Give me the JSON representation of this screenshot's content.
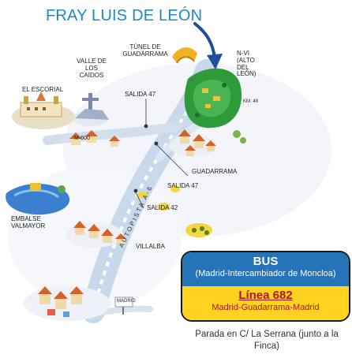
{
  "title": "FRAY LUIS DE LEÓN",
  "labels": {
    "tunel": "TÚNEL DE GUADARRAMA",
    "valle": "VALLE DE LOS CAÍDOS",
    "nvi": "N-VI (ALTO DEL LEÓN)",
    "escorial": "EL ESCORIAL",
    "salida47a": "SALIDA 47",
    "km49": "KM. 49",
    "m600": "M-600",
    "guadarrama": "GUADARRAMA",
    "salida47b": "SALIDA 47",
    "salida42": "SALIDA 42",
    "embalse": "EMBALSE VALMAYOR",
    "autopista": "AUTOPISTA A-6",
    "villalba": "VILLALBA",
    "madrid": "MADRID"
  },
  "bus": {
    "heading": "BUS",
    "origin": "(Madrid-Intercambiador de Moncloa)",
    "line": "Línea 682",
    "route": "Madrid-Guadarrama-Madrid"
  },
  "stop": "Parada en C/ La Serrana (junto a la Finca)",
  "colors": {
    "title": "#1e88c8",
    "bus_blue": "#2574b9",
    "bus_yellow": "#ffd320",
    "bus_red": "#b3151a",
    "arrow": "#1d4f9e"
  }
}
